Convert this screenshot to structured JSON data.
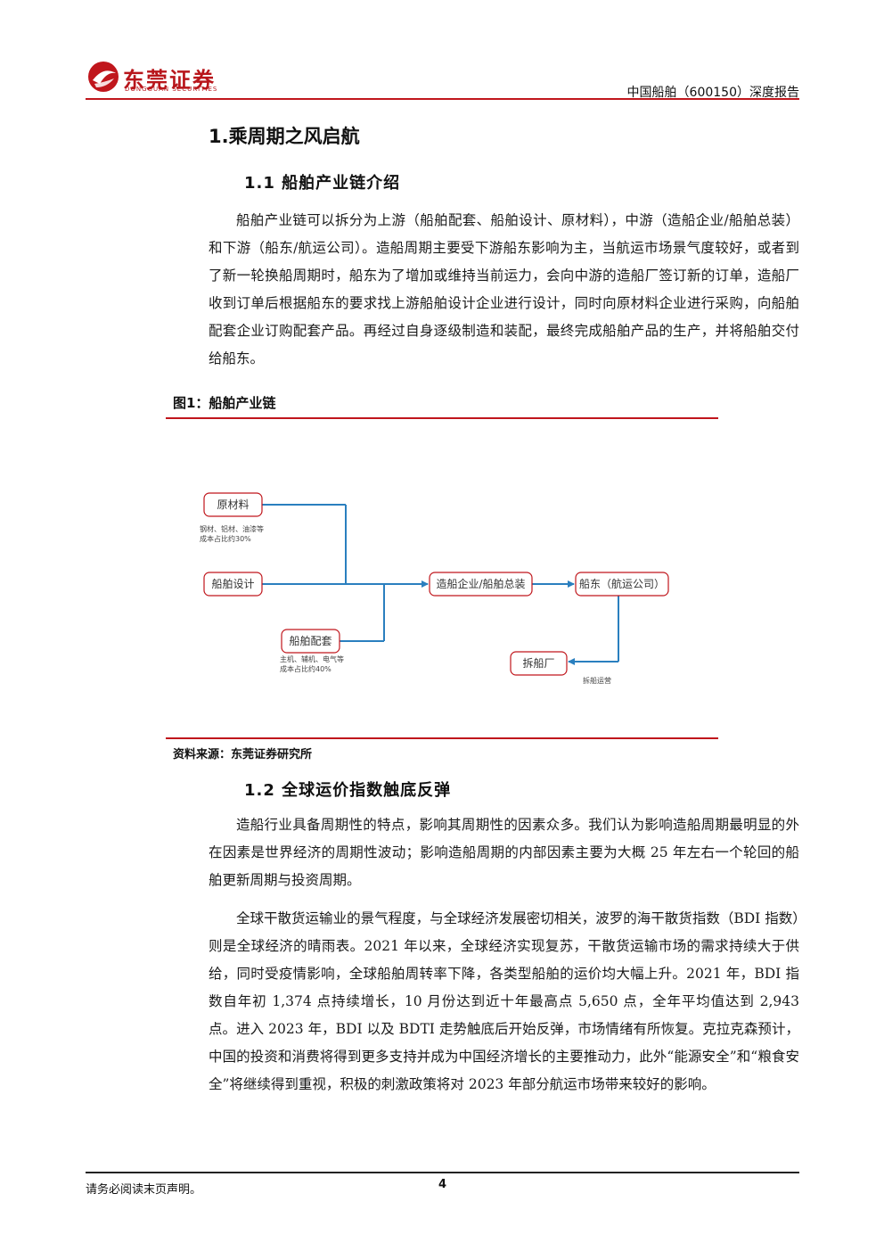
{
  "header": {
    "brand_name": "东莞证券",
    "brand_sub": "DONGGUAN SECURITIES",
    "report_title": "中国船舶（600150）深度报告"
  },
  "section1": {
    "title": "1.乘周期之风启航",
    "sub1": {
      "title": "1.1 船舶产业链介绍",
      "paragraph": "船舶产业链可以拆分为上游（船舶配套、船舶设计、原材料），中游（造船企业/船舶总装）和下游（船东/航运公司）。造船周期主要受下游船东影响为主，当航运市场景气度较好，或者到了新一轮换船周期时，船东为了增加或维持当前运力，会向中游的造船厂签订新的订单，造船厂收到订单后根据船东的要求找上游船舶设计企业进行设计，同时向原材料企业进行采购，向船舶配套企业订购配套产品。再经过自身逐级制造和装配，最终完成船舶产品的生产，并将船舶交付给船东。"
    },
    "sub2": {
      "title": "1.2 全球运价指数触底反弹",
      "paragraph1": "造船行业具备周期性的特点，影响其周期性的因素众多。我们认为影响造船周期最明显的外在因素是世界经济的周期性波动；影响造船周期的内部因素主要为大概 25 年左右一个轮回的船舶更新周期与投资周期。",
      "paragraph2": "全球干散货运输业的景气程度，与全球经济发展密切相关，波罗的海干散货指数（BDI 指数）则是全球经济的晴雨表。2021 年以来，全球经济实现复苏，干散货运输市场的需求持续大于供给，同时受疫情影响，全球船舶周转率下降，各类型船舶的运价均大幅上升。2021 年，BDI 指数自年初 1,374 点持续增长，10 月份达到近十年最高点 5,650 点，全年平均值达到 2,943 点。进入 2023 年，BDI 以及 BDTI 走势触底后开始反弹，市场情绪有所恢复。克拉克森预计，中国的投资和消费将得到更多支持并成为中国经济增长的主要推动力，此外“能源安全”和“粮食安全”将继续得到重视，积极的刺激政策将对 2023 年部分航运市场带来较好的影响。"
    }
  },
  "figure1": {
    "title": "图1：船舶产业链",
    "source": "资料来源：东莞证券研究所",
    "nodes": {
      "raw_materials": "原材料",
      "ship_design": "船舶设计",
      "ship_supporting": "船舶配套",
      "shipbuilder": "造船企业/船舶总装",
      "shipowner": "船东（航运公司）",
      "shipbreaking": "拆船厂"
    },
    "notes": {
      "raw_materials_line1": "钢材、铝材、油漆等",
      "raw_materials_line2": "成本占比约30%",
      "supporting_line1": "主机、辅机、电气等",
      "supporting_line2": "成本占比约40%",
      "shipbreaking": "拆船运营"
    }
  },
  "footer": {
    "notice": "请务必阅读末页声明。",
    "page_number": "4"
  },
  "colors": {
    "brand_red": "#b8161b",
    "connector_blue": "#2a7fbf",
    "node_border": "#c0161c"
  }
}
